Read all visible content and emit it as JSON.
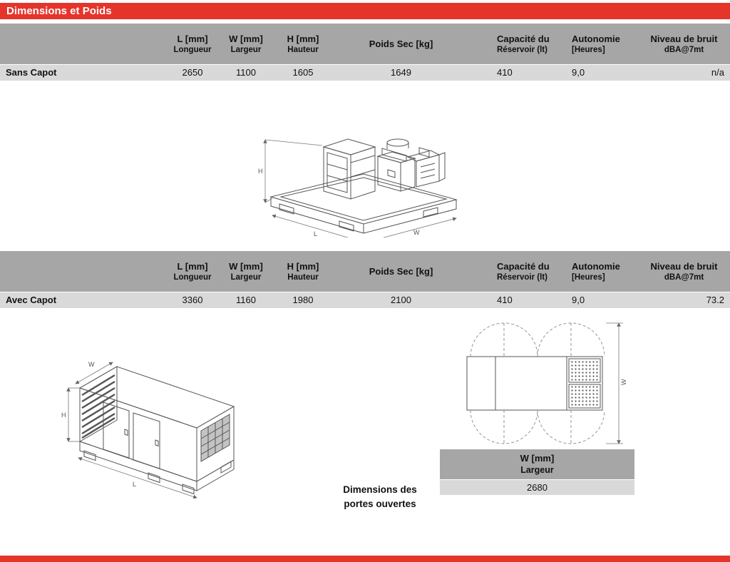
{
  "title_bar": {
    "label": "Dimensions et Poids"
  },
  "colors": {
    "accent_red": "#E5352B",
    "header_gray": "#A6A6A6",
    "row_gray": "#D9D9D9"
  },
  "table_headers": [
    {
      "line1": "L [mm]",
      "line2": "Longueur"
    },
    {
      "line1": "W [mm]",
      "line2": "Largeur"
    },
    {
      "line1": "H [mm]",
      "line2": "Hauteur"
    },
    {
      "line1": "Poids Sec [kg]",
      "line2": ""
    },
    {
      "line1": "Capacité du",
      "line2": "Réservoir (lt)"
    },
    {
      "line1": "Autonomie",
      "line2": "[Heures]"
    },
    {
      "line1": "Niveau de bruit",
      "line2": "dBA@7mt"
    }
  ],
  "rows": [
    {
      "label": "Sans Capot",
      "values": [
        "2650",
        "1100",
        "1605",
        "1649",
        "410",
        "9,0",
        "n/a"
      ]
    },
    {
      "label": "Avec Capot",
      "values": [
        "3360",
        "1160",
        "1980",
        "2100",
        "410",
        "9,0",
        "73.2"
      ]
    }
  ],
  "door_width_table": {
    "header_line1": "W [mm]",
    "header_line2": "Largeur",
    "value": "2680"
  },
  "open_doors_caption": {
    "line1": "Dimensions des",
    "line2": "portes ouvertes"
  },
  "dimension_labels": {
    "h": "H",
    "l": "L",
    "w": "W"
  }
}
